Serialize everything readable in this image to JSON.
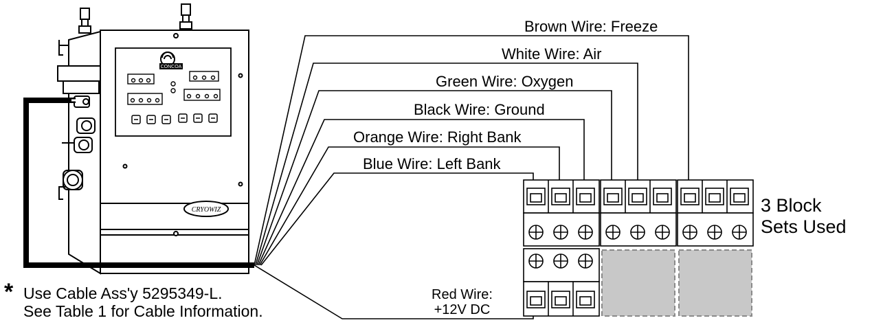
{
  "wires": [
    {
      "id": "brown",
      "label": "Brown Wire: Freeze"
    },
    {
      "id": "white",
      "label": "White Wire: Air"
    },
    {
      "id": "green",
      "label": "Green Wire: Oxygen"
    },
    {
      "id": "black",
      "label": "Black Wire: Ground"
    },
    {
      "id": "orange",
      "label": "Orange Wire: Right Bank"
    },
    {
      "id": "blue",
      "label": "Blue Wire: Left Bank"
    }
  ],
  "red_wire": {
    "line1": "Red Wire:",
    "line2": "+12V DC"
  },
  "blocks_label": {
    "line1": "3 Block",
    "line2": "Sets Used"
  },
  "note": {
    "marker": "*",
    "line1": "Use Cable Ass'y 5295349-L.",
    "line2": "See Table 1 for Cable Information."
  },
  "device": {
    "brand_top": "CONCOA",
    "brand_plate": "CRYOWIZ"
  },
  "colors": {
    "line": "#000000",
    "placeholder_fill": "#c8c8c8",
    "placeholder_stroke": "#8a8a8a"
  }
}
